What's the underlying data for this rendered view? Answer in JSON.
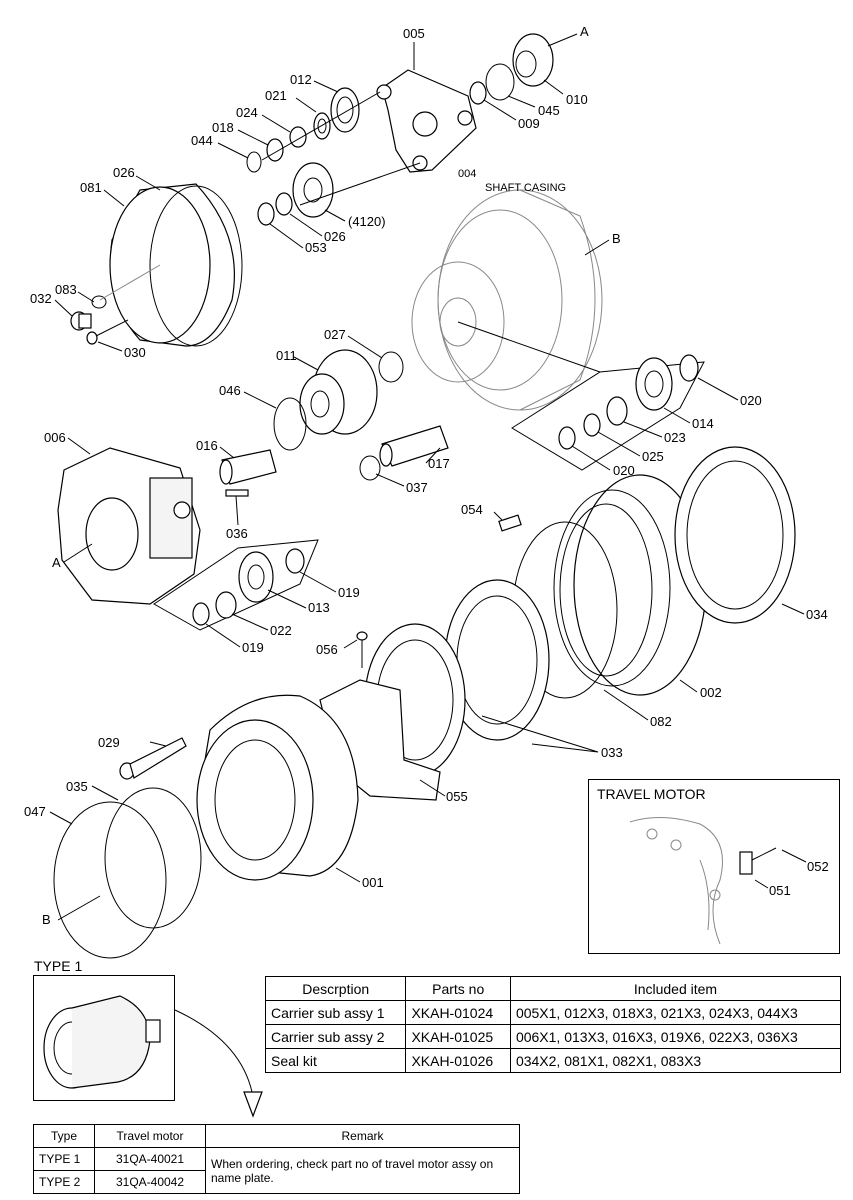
{
  "callouts": [
    "005",
    "A",
    "012",
    "021",
    "024",
    "018",
    "044",
    "045",
    "010",
    "026",
    "081",
    "004",
    "SHAFT CASING",
    "(4120)",
    "009",
    "026",
    "053",
    "B",
    "083",
    "032",
    "030",
    "027",
    "011",
    "046",
    "020",
    "014",
    "023",
    "020",
    "025",
    "006",
    "016",
    "017",
    "037",
    "036",
    "054",
    "A",
    "019",
    "013",
    "022",
    "019",
    "034",
    "056",
    "002",
    "082",
    "033",
    "029",
    "055",
    "035",
    "047",
    "001",
    "B"
  ],
  "travel_motor": {
    "title": "TRAVEL MOTOR",
    "labels": [
      "052",
      "051"
    ]
  },
  "type1": {
    "label": "TYPE 1"
  },
  "parts_table": {
    "headers": [
      "Descrption",
      "Parts no",
      "Included item"
    ],
    "rows": [
      [
        "Carrier sub assy 1",
        "XKAH-01024",
        "005X1, 012X3, 018X3, 021X3, 024X3, 044X3"
      ],
      [
        "Carrier sub assy 2",
        "XKAH-01025",
        "006X1, 013X3, 016X3, 019X6, 022X3, 036X3"
      ],
      [
        "Seal kit",
        "XKAH-01026",
        "034X2, 081X1, 082X1, 083X3"
      ]
    ]
  },
  "type_table": {
    "headers": [
      "Type",
      "Travel motor",
      "Remark"
    ],
    "rows": [
      [
        "TYPE 1",
        "31QA-40021"
      ],
      [
        "TYPE 2",
        "31QA-40042"
      ]
    ],
    "remark": "When ordering, check part no of travel motor assy on name plate."
  }
}
